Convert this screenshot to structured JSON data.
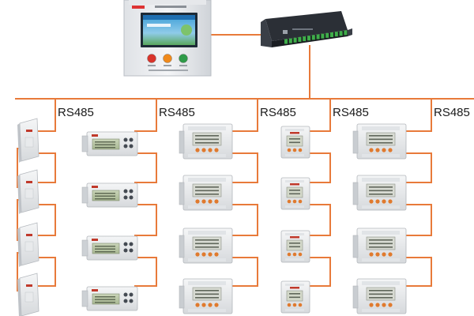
{
  "diagram": {
    "bus_label": "RS485",
    "bus_labels": [
      "RS485",
      "RS485",
      "RS485",
      "RS485",
      "RS485"
    ],
    "wire_color": "#e87a3a",
    "cabinet": {
      "buttons": [
        {
          "color": "#d9342b"
        },
        {
          "color": "#f08a1c"
        },
        {
          "color": "#2e9a48"
        }
      ]
    },
    "gateway": {
      "body_color": "#2b2f36",
      "terminal_color": "#3fae4a"
    },
    "columns": [
      {
        "device": "din-rail-module",
        "count": 4
      },
      {
        "device": "lcd-meter",
        "count": 4
      },
      {
        "device": "power-meter",
        "count": 4
      },
      {
        "device": "compact-meter",
        "count": 4
      },
      {
        "device": "power-meter",
        "count": 4
      }
    ]
  }
}
